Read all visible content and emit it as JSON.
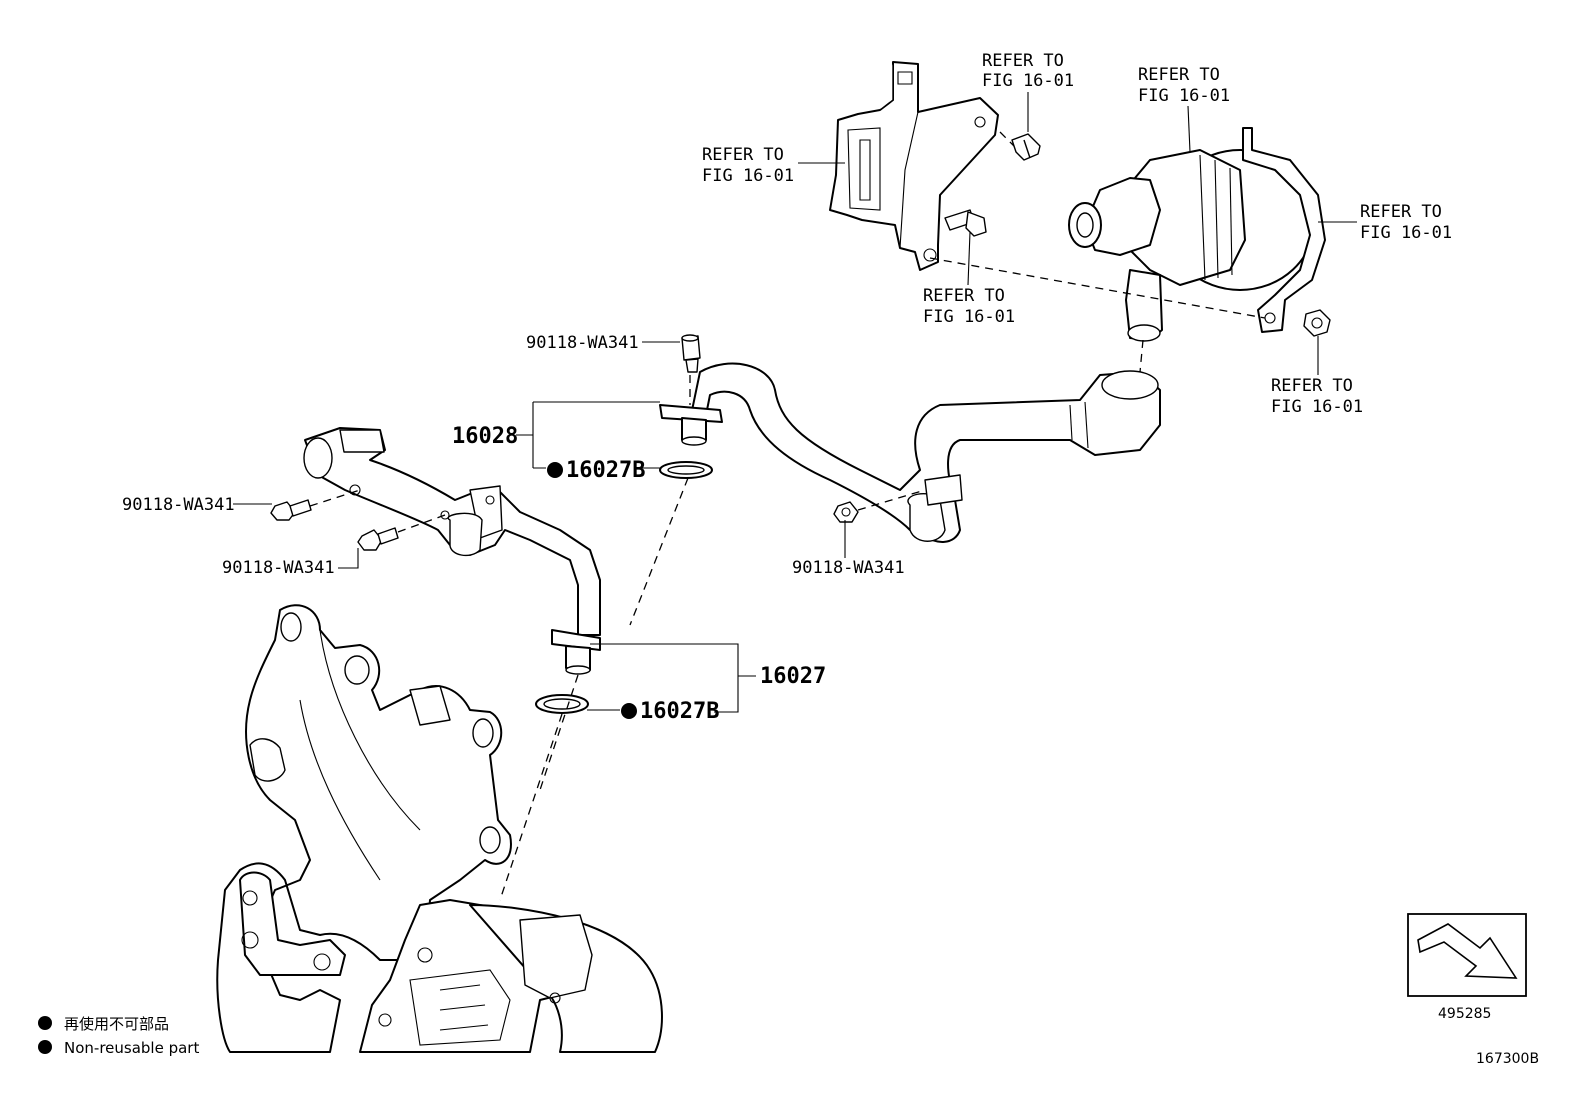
{
  "refer": {
    "r1_line1": "REFER TO",
    "r1_line2": "FIG 16-01",
    "r2_line1": "REFER TO",
    "r2_line2": "FIG 16-01",
    "r3_line1": "REFER TO",
    "r3_line2": "FIG 16-01",
    "r4_line1": "REFER TO",
    "r4_line2": "FIG 16-01",
    "r5_line1": "REFER TO",
    "r5_line2": "FIG 16-01",
    "r6_line1": "REFER TO",
    "r6_line2": "FIG 16-01"
  },
  "parts": {
    "bolt_top": "90118-WA341",
    "bolt_left1": "90118-WA341",
    "bolt_left2": "90118-WA341",
    "bolt_mid": "90118-WA341",
    "pipe_upper": "16028",
    "gasket_upper": "16027B",
    "pipe_lower": "16027",
    "gasket_lower": "16027B"
  },
  "legend": {
    "jp": "再使用不可部品",
    "en": "Non-reusable part"
  },
  "direction_code": "495285",
  "figure_code": "167300B"
}
